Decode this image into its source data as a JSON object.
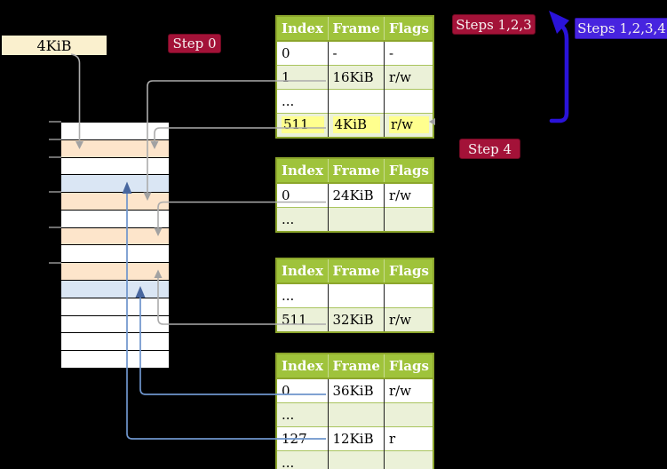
{
  "labels": {
    "frame_size": "4KiB",
    "step0": "Step 0",
    "steps_123": "Steps 1,2,3",
    "steps_1234": "Steps 1,2,3,4",
    "step4": "Step 4"
  },
  "colors": {
    "background": "#000000",
    "table_header_bg": "#9fc33b",
    "table_border_green": "#8ca62c",
    "table_row_shade": "#ebf1d8",
    "highlight_yellow": "#ffff8e",
    "frame_white": "#ffffff",
    "frame_orange": "#fde5cb",
    "frame_blue": "#dae6f4",
    "label_cream": "#faf0ce",
    "badge_red": "#a31238",
    "badge_purple": "#4724df",
    "big_arrow_blue": "#2a13d9",
    "connector_grey": "#acacac",
    "connector_blue": "#6e95cc"
  },
  "physical_memory": {
    "rows": [
      "white",
      "orange",
      "white",
      "blue",
      "orange",
      "white",
      "orange",
      "white",
      "orange",
      "blue",
      "white",
      "white",
      "white",
      "white"
    ],
    "tick_row_indices": [
      0,
      1,
      2,
      4,
      6,
      8
    ]
  },
  "page_tables": [
    {
      "headers": [
        "Index",
        "Frame",
        "Flags"
      ],
      "rows": [
        {
          "index": "0",
          "frame": "-",
          "flags": "-"
        },
        {
          "index": "1",
          "frame": "16KiB",
          "flags": "r/w"
        },
        {
          "index": "...",
          "frame": "",
          "flags": ""
        },
        {
          "index": "511",
          "frame": "4KiB",
          "flags": "r/w"
        }
      ]
    },
    {
      "headers": [
        "Index",
        "Frame",
        "Flags"
      ],
      "rows": [
        {
          "index": "0",
          "frame": "24KiB",
          "flags": "r/w"
        },
        {
          "index": "...",
          "frame": "",
          "flags": ""
        }
      ]
    },
    {
      "headers": [
        "Index",
        "Frame",
        "Flags"
      ],
      "rows": [
        {
          "index": "...",
          "frame": "",
          "flags": ""
        },
        {
          "index": "511",
          "frame": "32KiB",
          "flags": "r/w"
        }
      ]
    },
    {
      "headers": [
        "Index",
        "Frame",
        "Flags"
      ],
      "rows": [
        {
          "index": "0",
          "frame": "36KiB",
          "flags": "r/w"
        },
        {
          "index": "...",
          "frame": "",
          "flags": ""
        },
        {
          "index": "127",
          "frame": "12KiB",
          "flags": "r"
        },
        {
          "index": "...",
          "frame": "",
          "flags": ""
        }
      ]
    }
  ]
}
